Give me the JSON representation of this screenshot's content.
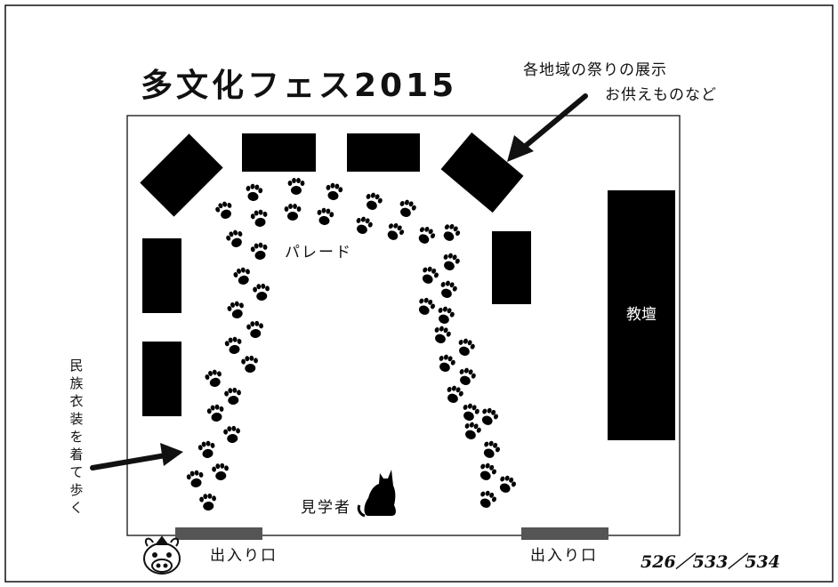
{
  "title": "多文化フェス2015",
  "annotations": {
    "festival_display_line1": "各地域の祭りの展示",
    "festival_display_line2": "お供えものなど",
    "costume_note": "民族衣装を着て歩く"
  },
  "labels": {
    "parade": "パレード",
    "podium": "教壇",
    "spectators": "見学者",
    "entrance_left": "出入り口",
    "entrance_right": "出入り口",
    "page_numbers": "526／533／534"
  },
  "icons": {
    "mascot": "cow-mascot-icon",
    "cat": "cat-silhouette-icon",
    "pawprint": "paw-print-icon"
  },
  "colors": {
    "block": "#000000",
    "door": "#555555",
    "line": "#111111"
  }
}
